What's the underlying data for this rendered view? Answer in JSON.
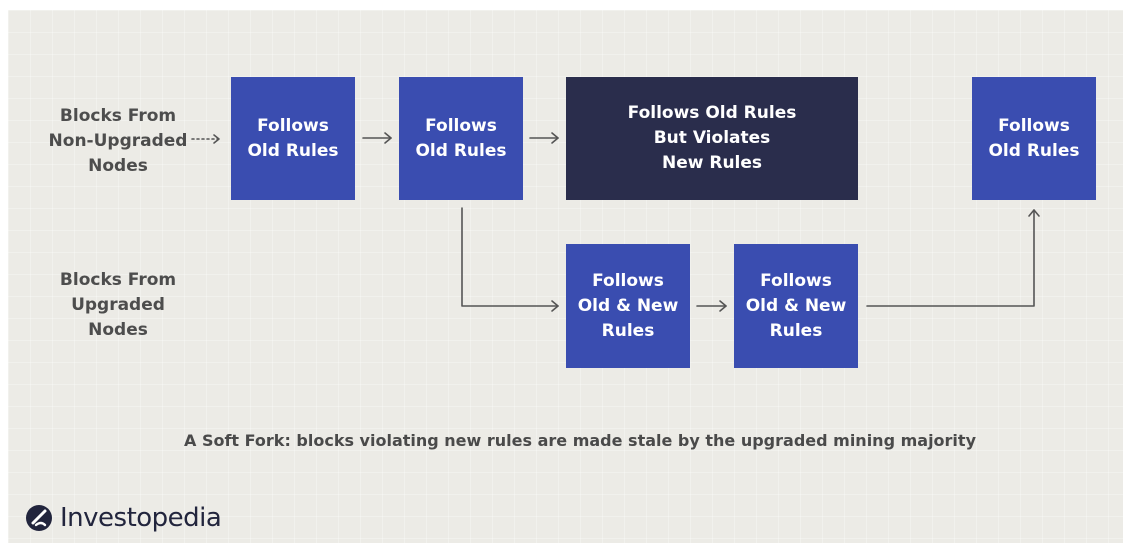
{
  "row_labels": {
    "non_upgraded": [
      "Blocks From",
      "Non-Upgraded",
      "Nodes"
    ],
    "upgraded": [
      "Blocks From",
      "Upgraded",
      "Nodes"
    ]
  },
  "blocks": {
    "top_1": [
      "Follows",
      "Old Rules"
    ],
    "top_2": [
      "Follows",
      "Old Rules"
    ],
    "top_3": [
      "Follows Old Rules",
      "But Violates",
      "New Rules"
    ],
    "top_4": [
      "Follows",
      "Old Rules"
    ],
    "bottom_1": [
      "Follows",
      "Old & New",
      "Rules"
    ],
    "bottom_2": [
      "Follows",
      "Old & New",
      "Rules"
    ]
  },
  "caption": "A Soft Fork: blocks violating new rules are made stale by the upgraded mining majority",
  "logo": {
    "text": "Investopedia",
    "icon": "investopedia-logo-icon"
  },
  "colors": {
    "block": "#3a4db0",
    "violating_block": "#2a2d4c",
    "background": "#ecebe6",
    "arrow": "#555555"
  }
}
